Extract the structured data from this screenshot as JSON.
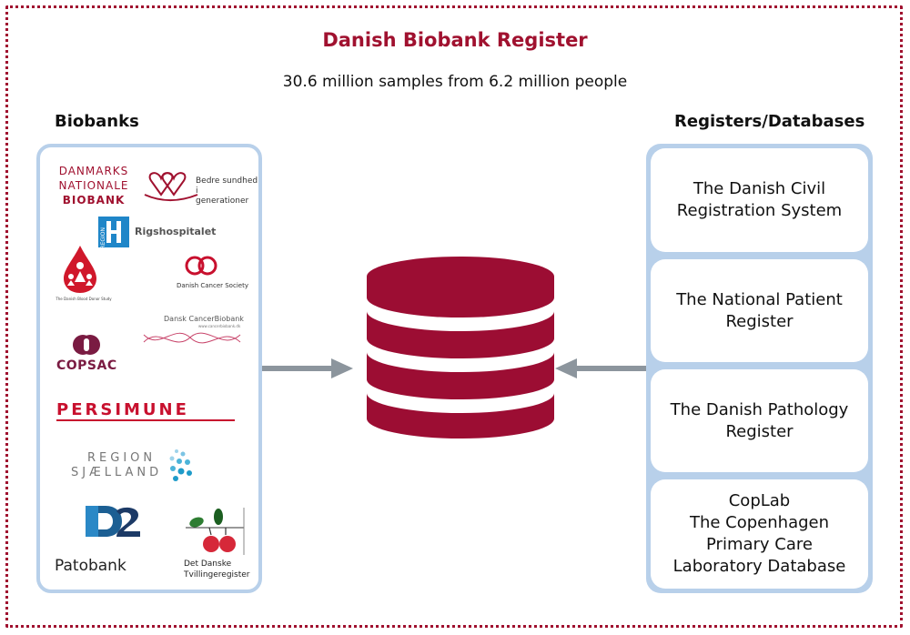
{
  "title": "Danish Biobank Register",
  "subtitle": "30.6 million samples from 6.2 million people",
  "colors": {
    "accent": "#a0112f",
    "panel_border": "#b8d0ea",
    "arrow": "#8c959d"
  },
  "biobanks": {
    "heading": "Biobanks",
    "logos": {
      "dnb": [
        "DANMARKS",
        "NATIONALE",
        "BIOBANK"
      ],
      "bedre": [
        "Bedre sundhed i",
        "generationer"
      ],
      "rigs": "Rigshospitalet",
      "region_h": "REGION",
      "blood": "The Danish Blood Donor Study",
      "cancer_society": "Danish Cancer Society",
      "cancer_biobank": "Dansk CancerBiobank",
      "cancer_biobank_url": "www.cancerbiobank.dk",
      "copsac": "COPSAC",
      "persimune": "PERSIMUNE",
      "sjaelland": [
        "REGION",
        "SJÆLLAND"
      ],
      "d2": "D2",
      "patobank": "Patobank",
      "twin": [
        "Det Danske",
        "Tvillingeregister"
      ]
    }
  },
  "registers": {
    "heading": "Registers/Databases",
    "items": [
      {
        "lines": [
          "The Danish Civil",
          "Registration System"
        ]
      },
      {
        "lines": [
          "The National Patient",
          "Register"
        ]
      },
      {
        "lines": [
          "The Danish Pathology",
          "Register"
        ]
      },
      {
        "lines": [
          "CopLab",
          "The Copenhagen",
          "Primary Care",
          "Laboratory Database"
        ]
      }
    ]
  }
}
